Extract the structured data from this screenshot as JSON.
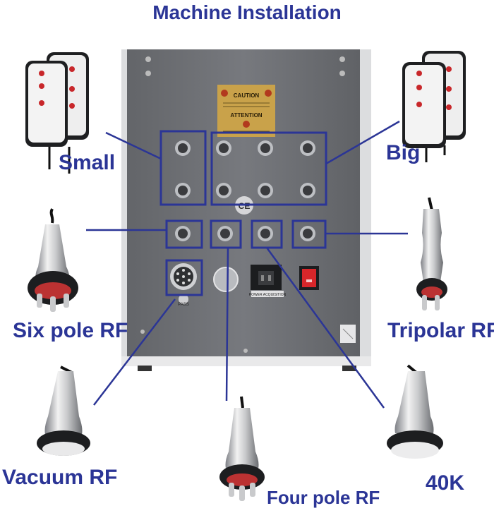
{
  "title": "Machine Installation",
  "labels": {
    "small": "Small",
    "big": "Big",
    "six_pole": "Six pole RF",
    "tripolar": "Tripolar RF",
    "vacuum": "Vacuum RF",
    "forty_k": "40K",
    "four_pole": "Four pole RF"
  },
  "panel_text": {
    "caution": "CAUTION",
    "attention": "ATTENTION",
    "power": "POWER ACQUISITION",
    "pass": "PASS",
    "ce": "CE"
  },
  "colors": {
    "accent": "#2b3596",
    "panel": "#6e7075",
    "sticker": "#c9a24a",
    "switch": "#d8262a"
  }
}
